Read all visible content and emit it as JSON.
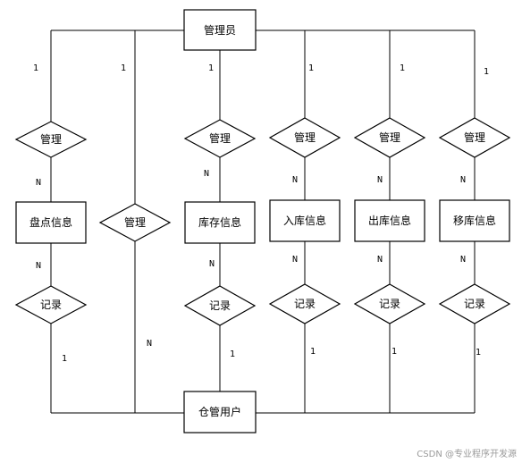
{
  "entities": {
    "admin": "管理员",
    "inventory_check": "盘点信息",
    "stock": "库存信息",
    "inbound": "入库信息",
    "outbound": "出库信息",
    "transfer": "移库信息",
    "warehouse_user": "仓管用户"
  },
  "relations": {
    "manage_check": "管理",
    "manage_user": "管理",
    "manage_stock": "管理",
    "manage_inbound": "管理",
    "manage_outbound": "管理",
    "manage_transfer": "管理",
    "record_check": "记录",
    "record_stock": "记录",
    "record_inbound": "记录",
    "record_outbound": "记录",
    "record_transfer": "记录"
  },
  "cardinalities": {
    "one": "1",
    "many": "N"
  },
  "watermark": "CSDN @专业程序开发源"
}
